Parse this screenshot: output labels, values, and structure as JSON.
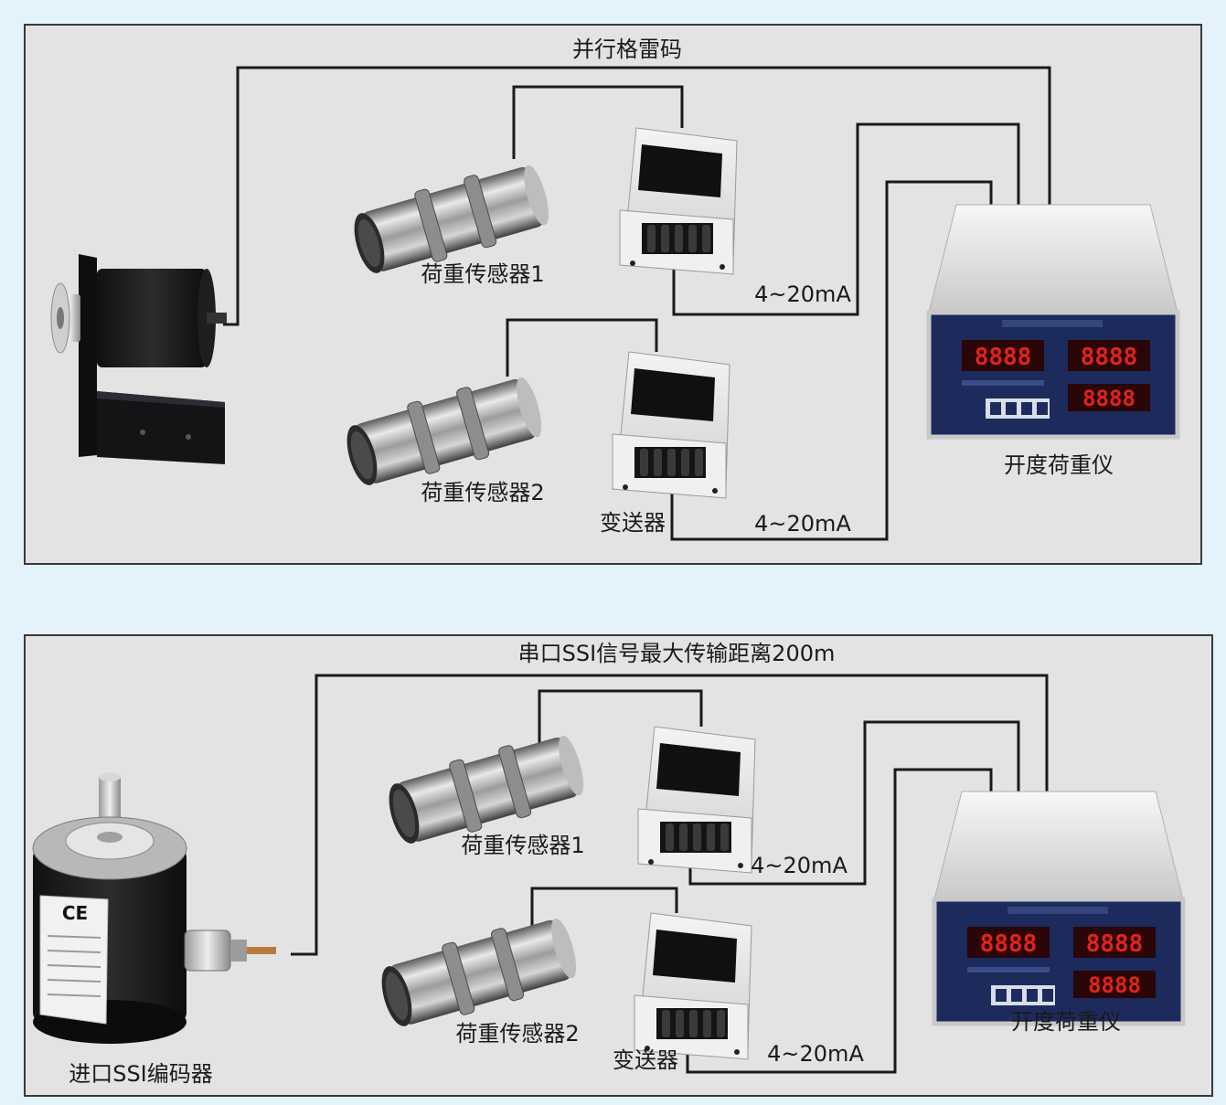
{
  "colors": {
    "page_bg": "#e3f2fb",
    "panel_bg": "#e3e3e3",
    "panel_border": "#3a3a3a",
    "wire": "#1a1a1a",
    "led_digits": "#e2231a",
    "indicator_face": "#1c2a5c"
  },
  "panels": [
    {
      "bus_label": "并行格雷码",
      "sensor1_label": "荷重传感器1",
      "sensor2_label": "荷重传感器2",
      "transmitter_label": "变送器",
      "signal1_label": "4~20mA",
      "signal2_label": "4~20mA",
      "indicator_label": "开度荷重仪",
      "encoder_icon": "bracket-encoder-icon"
    },
    {
      "bus_label": "串口SSI信号最大传输距离200m",
      "sensor1_label": "荷重传感器1",
      "sensor2_label": "荷重传感器2",
      "transmitter_label": "变送器",
      "signal1_label": "4~20mA",
      "signal2_label": "4~20mA",
      "indicator_label": "开度荷重仪",
      "encoder_label": "进口SSI编码器",
      "encoder_icon": "rotary-encoder-icon"
    }
  ]
}
